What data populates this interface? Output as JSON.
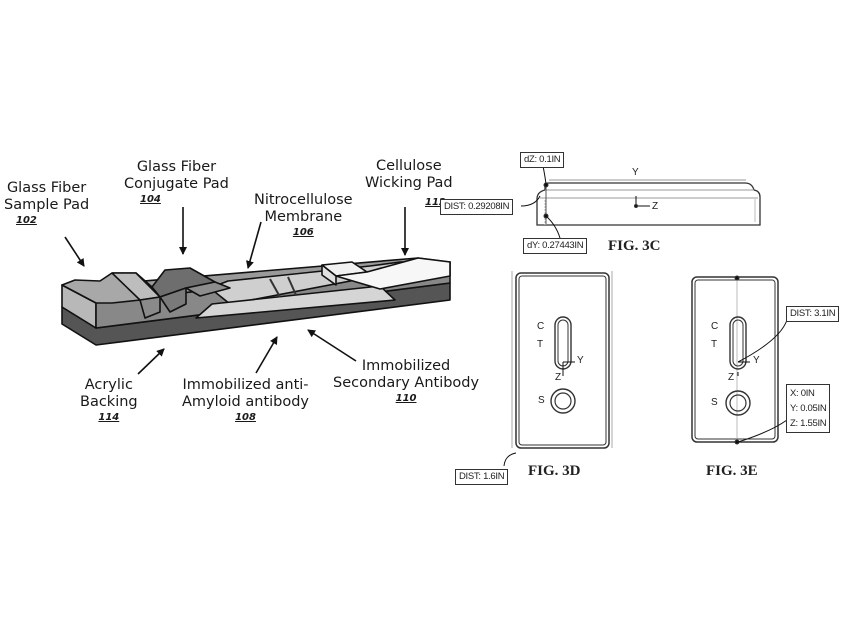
{
  "figure_left": {
    "labels": {
      "sample_pad": {
        "line1": "Glass Fiber",
        "line2": "Sample Pad",
        "ref": "102"
      },
      "conjugate_pad": {
        "line1": "Glass Fiber",
        "line2": "Conjugate Pad",
        "ref": "104"
      },
      "membrane": {
        "line1": "Nitrocellulose",
        "line2": "Membrane",
        "ref": "106"
      },
      "wicking_pad": {
        "line1": "Cellulose",
        "line2": "Wicking Pad",
        "ref": "112"
      },
      "backing": {
        "line1": "Acrylic",
        "line2": "Backing",
        "ref": "114"
      },
      "anti_amyloid": {
        "line1": "Immobilized anti-",
        "line2": "Amyloid antibody",
        "ref": "108"
      },
      "secondary": {
        "line1": "Immobilized",
        "line2": "Secondary Antibody",
        "ref": "110"
      }
    }
  },
  "fig_3c": {
    "caption": "FIG. 3C",
    "dz": "dZ: 0.1IN",
    "dist": "DIST: 0.29208IN",
    "dy": "dY: 0.27443IN",
    "axis_y": "Y",
    "axis_z": "Z"
  },
  "fig_3d": {
    "caption": "FIG. 3D",
    "dist": "DIST: 1.6IN",
    "marker_c": "C",
    "marker_t": "T",
    "marker_s": "S",
    "axis_y": "Y",
    "axis_z": "Z"
  },
  "fig_3e": {
    "caption": "FIG. 3E",
    "dist": "DIST: 3.1IN",
    "coord_x": "X: 0IN",
    "coord_y": "Y: 0.05IN",
    "coord_z": "Z: 1.55IN",
    "marker_c": "C",
    "marker_t": "T",
    "marker_s": "S",
    "axis_y": "Y",
    "axis_z": "Z"
  }
}
